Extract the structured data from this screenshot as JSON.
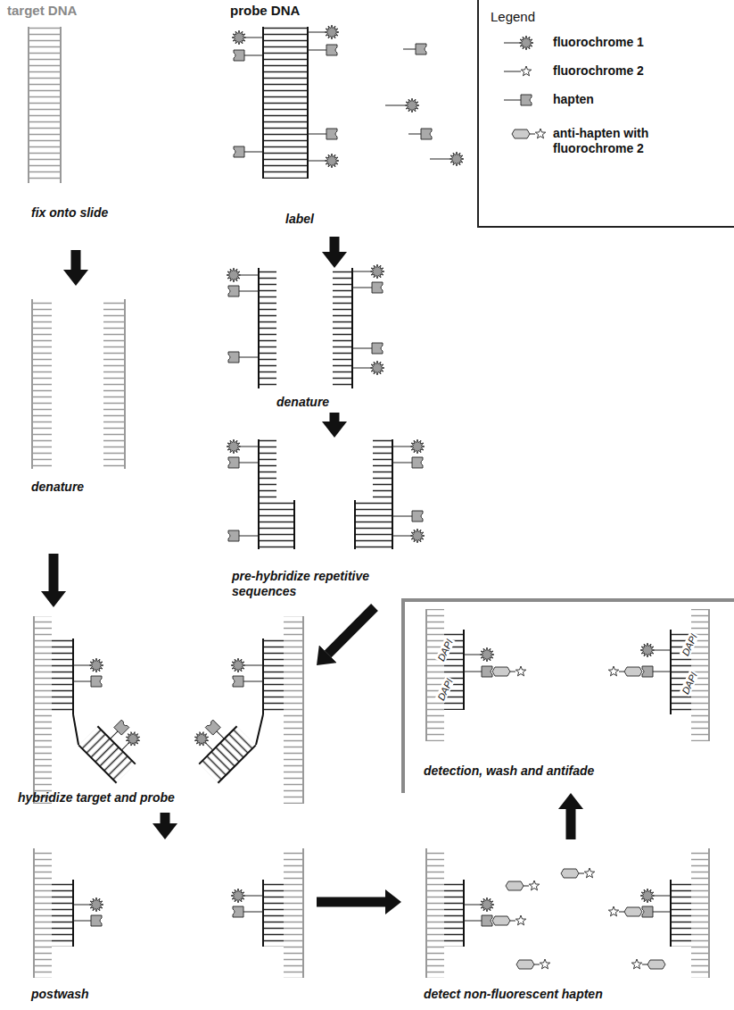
{
  "diagram": {
    "nodes": [
      {
        "text": [
          "fix onto slide"
        ]
      },
      {
        "text": [
          "label"
        ]
      },
      {
        "text": [
          "denature"
        ]
      },
      {
        "text": [
          "denature"
        ]
      },
      {
        "text": [
          "pre-hybridize repetitive sequences"
        ]
      },
      {
        "text": [
          "hybridize target and probe"
        ]
      },
      {
        "text": [
          "detection, wash and antifade"
        ]
      },
      {
        "text": [
          "postwash"
        ]
      },
      {
        "text": [
          "detect non-fluorescent hapten"
        ]
      }
    ],
    "edges": [
      {
        "from": 0,
        "to": 3,
        "arrow": "to"
      },
      {
        "from": 1,
        "to": 2,
        "arrow": "to"
      },
      {
        "from": 2,
        "to": 4,
        "arrow": "to"
      },
      {
        "from": 3,
        "to": 5,
        "arrow": "to"
      },
      {
        "from": 4,
        "to": 5,
        "arrow": "to"
      },
      {
        "from": 5,
        "to": 7,
        "arrow": "to"
      },
      {
        "from": 7,
        "to": 8,
        "arrow": "to"
      },
      {
        "from": 8,
        "to": 6,
        "arrow": "to"
      }
    ],
    "labels": [
      "target DNA",
      "probe DNA",
      "Legend",
      "DAPI",
      "DAPI",
      "DAPI",
      "DAPI"
    ],
    "legend": [
      {
        "text": "fluorochrome 1"
      },
      {
        "text": "fluorochrome 2"
      },
      {
        "text": "hapten"
      },
      {
        "text": "anti-hapten with fluorochrome 2"
      }
    ]
  }
}
